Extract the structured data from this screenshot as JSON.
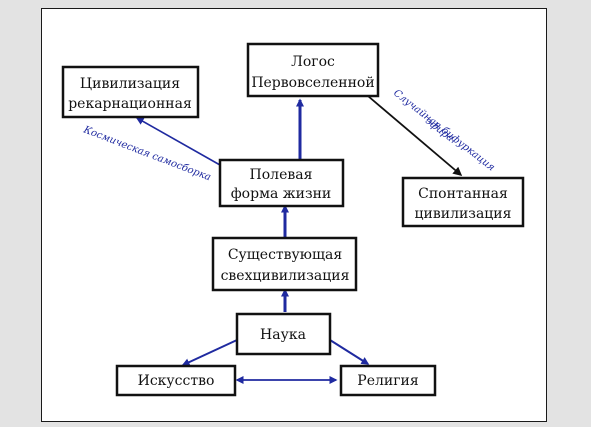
{
  "diagram": {
    "nodes": {
      "logos": {
        "line1": "Логос",
        "line2": "Первовселенной"
      },
      "recarnation": {
        "line1": "Цивилизация",
        "line2": "рекарнационная"
      },
      "field": {
        "line1": "Полевая",
        "line2": "форма жизни"
      },
      "spontaneous": {
        "line1": "Спонтанная",
        "line2": "цивилизация"
      },
      "supercivilization": {
        "line1": "Существующая",
        "line2": "свехцивилизация"
      },
      "science": {
        "line1": "Наука"
      },
      "art": {
        "line1": "Искусство"
      },
      "religion": {
        "line1": "Религия"
      }
    },
    "edge_labels": {
      "cosmic": "Космическая самосборка",
      "bifurcation_1": "Случайная бифуркация",
      "bifurcation_2": "эфира"
    },
    "colors": {
      "arrow": "#1f2aa0",
      "arrow_black": "#111111",
      "box_border": "#111111"
    }
  }
}
